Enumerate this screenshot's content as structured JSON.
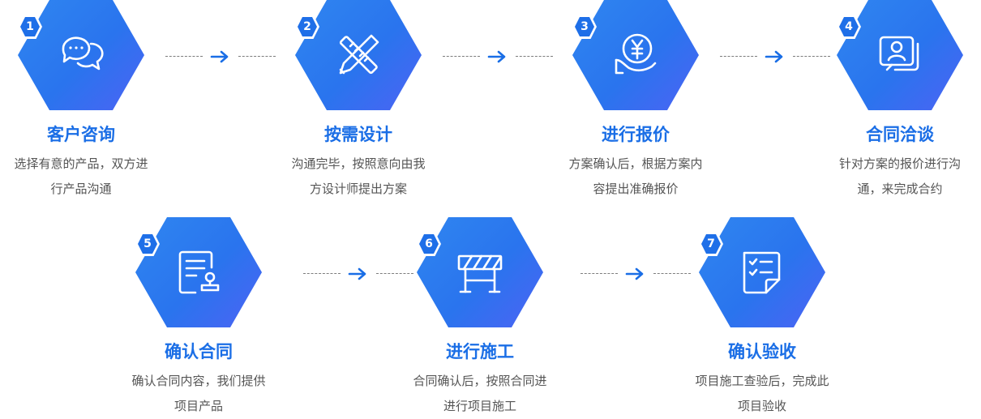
{
  "colors": {
    "accent": "#1a6ee6",
    "hex_start": "#2f86f0",
    "hex_end": "#4d63f4",
    "text": "#555555"
  },
  "steps": [
    {
      "number": "1",
      "title": "客户咨询",
      "desc": [
        "选择有意的产品，双方进",
        "行产品沟通"
      ],
      "icon": "chat-bubbles-icon"
    },
    {
      "number": "2",
      "title": "按需设计",
      "desc": [
        "沟通完毕，按照意向由我",
        "方设计师提出方案"
      ],
      "icon": "pencil-ruler-icon"
    },
    {
      "number": "3",
      "title": "进行报价",
      "desc": [
        "方案确认后，根据方案内",
        "容提出准确报价"
      ],
      "icon": "yen-hand-icon"
    },
    {
      "number": "4",
      "title": "合同洽谈",
      "desc": [
        "针对方案的报价进行沟",
        "通，来完成合约"
      ],
      "icon": "profile-card-icon"
    },
    {
      "number": "5",
      "title": "确认合同",
      "desc": [
        "确认合同内容，我们提供",
        "项目产品"
      ],
      "icon": "contract-stamp-icon"
    },
    {
      "number": "6",
      "title": "进行施工",
      "desc": [
        "合同确认后，按照合同进",
        "进行项目施工"
      ],
      "icon": "construction-barrier-icon"
    },
    {
      "number": "7",
      "title": "确认验收",
      "desc": [
        "项目施工查验后，完成此",
        "项目验收"
      ],
      "icon": "checklist-icon"
    }
  ]
}
